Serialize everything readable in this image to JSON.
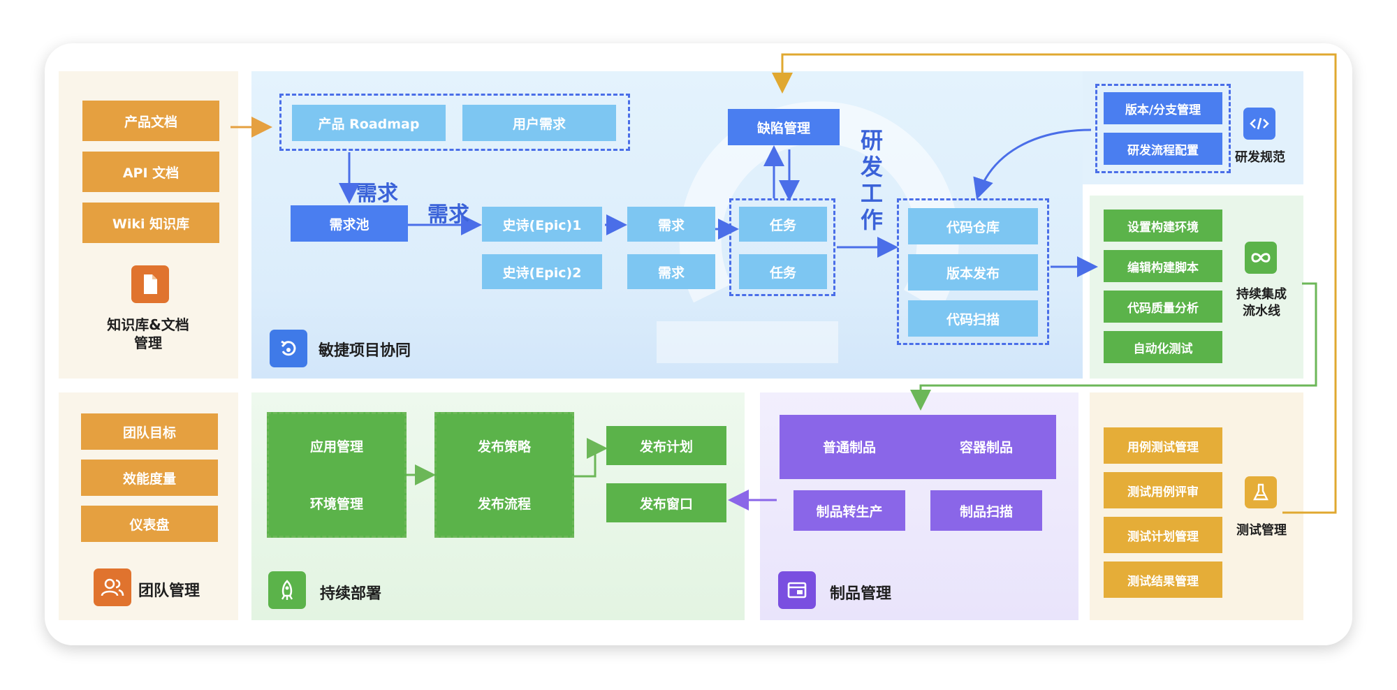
{
  "knowledge": {
    "items": [
      "产品文档",
      "API 文档",
      "Wiki 知识库"
    ],
    "title_line1": "知识库&文档",
    "title_line2": "管理",
    "icon": "document-icon",
    "color": "#e5a040"
  },
  "agile": {
    "title": "敏捷项目协同",
    "icon": "agile-refresh-icon",
    "roadmap": "产品 Roadmap",
    "user_req": "用户需求",
    "req_pool": "需求池",
    "epic1": "史诗(Epic)1",
    "epic2": "史诗(Epic)2",
    "req_a": "需求",
    "req_b": "需求",
    "task_a": "任务",
    "task_b": "任务",
    "defect": "缺陷管理",
    "label_req1": "需求",
    "label_req2": "需求",
    "label_dev": [
      "研",
      "发",
      "工",
      "作"
    ],
    "code_repo": "代码仓库",
    "release": "版本发布",
    "code_scan": "代码扫描"
  },
  "dev_spec": {
    "items": [
      "版本/分支管理",
      "研发流程配置"
    ],
    "title": "研发规范",
    "icon": "code-icon"
  },
  "ci": {
    "items": [
      "设置构建环境",
      "编辑构建脚本",
      "代码质量分析",
      "自动化测试"
    ],
    "title_line1": "持续集成",
    "title_line2": "流水线",
    "icon": "infinity-icon"
  },
  "team": {
    "items": [
      "团队目标",
      "效能度量",
      "仪表盘"
    ],
    "title": "团队管理",
    "icon": "users-icon"
  },
  "deploy": {
    "title": "持续部署",
    "icon": "rocket-icon",
    "app_mgmt": "应用管理",
    "env_mgmt": "环境管理",
    "strategy": "发布策略",
    "flow": "发布流程",
    "plan": "发布计划",
    "window": "发布窗口"
  },
  "artifact": {
    "title": "制品管理",
    "icon": "artifact-window-icon",
    "normal": "普通制品",
    "container": "容器制品",
    "to_prod": "制品转生产",
    "scan": "制品扫描"
  },
  "test": {
    "items": [
      "用例测试管理",
      "测试用例评审",
      "测试计划管理",
      "测试结果管理"
    ],
    "title": "测试管理",
    "icon": "flask-icon"
  },
  "colors": {
    "orange": "#e5a040",
    "light_blue": "#7dc6f2",
    "dark_blue": "#4a7ef0",
    "green": "#5bb34a",
    "purple": "#8a66e8",
    "gold": "#e5ad38"
  }
}
